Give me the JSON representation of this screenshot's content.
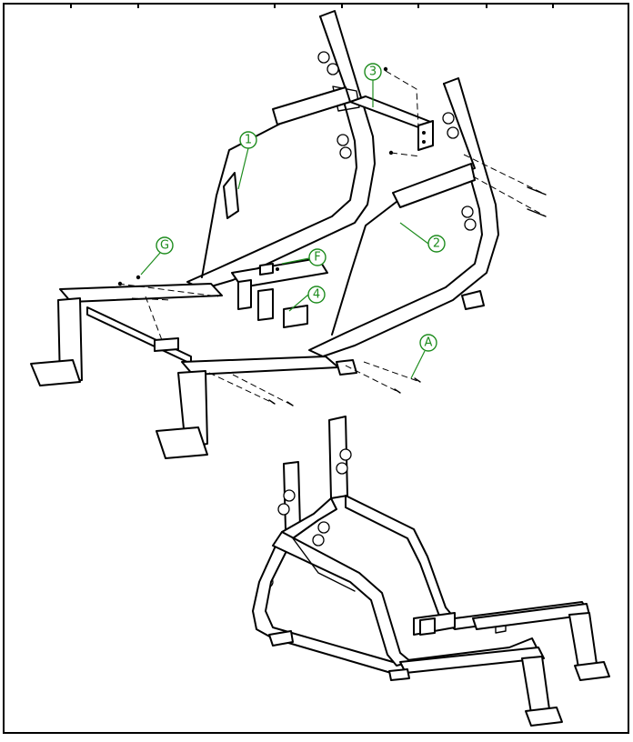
{
  "diagram": {
    "callouts": [
      {
        "id": "callout-1",
        "label": "1"
      },
      {
        "id": "callout-2",
        "label": "2"
      },
      {
        "id": "callout-3",
        "label": "3"
      },
      {
        "id": "callout-4",
        "label": "4"
      },
      {
        "id": "callout-f",
        "label": "F"
      },
      {
        "id": "callout-g",
        "label": "G"
      },
      {
        "id": "callout-a",
        "label": "A"
      }
    ],
    "colors": {
      "line": "#000000",
      "callout": "#1e8c1e",
      "background": "#ffffff"
    }
  }
}
